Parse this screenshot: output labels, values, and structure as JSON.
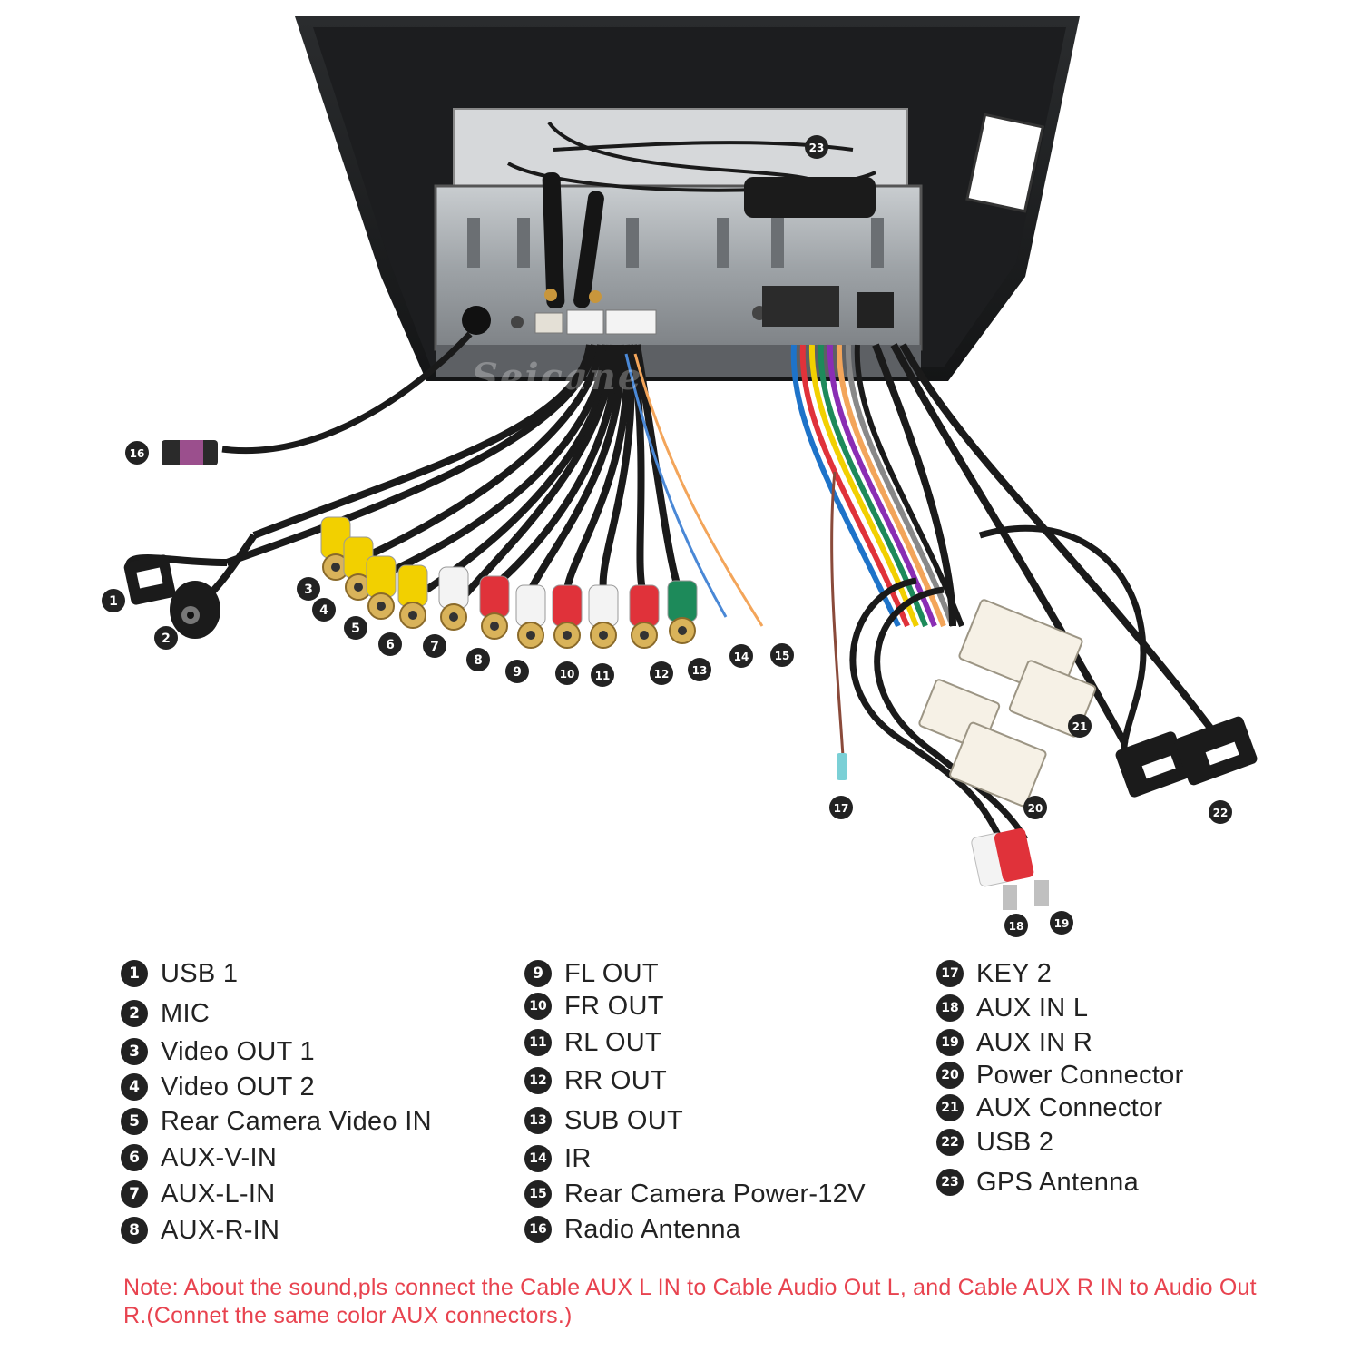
{
  "watermark": "Seicane",
  "callouts": [
    {
      "num": "1",
      "label": "USB 1"
    },
    {
      "num": "2",
      "label": "MIC"
    },
    {
      "num": "3",
      "label": "Video OUT 1"
    },
    {
      "num": "4",
      "label": "Video OUT 2"
    },
    {
      "num": "5",
      "label": "Rear Camera Video IN"
    },
    {
      "num": "6",
      "label": "AUX-V-IN"
    },
    {
      "num": "7",
      "label": "AUX-L-IN"
    },
    {
      "num": "8",
      "label": "AUX-R-IN"
    },
    {
      "num": "9",
      "label": "FL OUT"
    },
    {
      "num": "10",
      "label": "FR OUT"
    },
    {
      "num": "11",
      "label": "RL OUT"
    },
    {
      "num": "12",
      "label": "RR OUT"
    },
    {
      "num": "13",
      "label": "SUB OUT"
    },
    {
      "num": "14",
      "label": "IR"
    },
    {
      "num": "15",
      "label": "Rear Camera Power-12V"
    },
    {
      "num": "16",
      "label": "Radio Antenna"
    },
    {
      "num": "17",
      "label": "KEY 2"
    },
    {
      "num": "18",
      "label": "AUX IN L"
    },
    {
      "num": "19",
      "label": "AUX IN R"
    },
    {
      "num": "20",
      "label": "Power Connector"
    },
    {
      "num": "21",
      "label": "AUX Connector"
    },
    {
      "num": "22",
      "label": "USB 2"
    },
    {
      "num": "23",
      "label": "GPS Antenna"
    }
  ],
  "note": "Note: About the sound,pls connect the Cable AUX L IN to Cable Audio Out L, and Cable AUX R IN to Audio Out R.(Connet the same color AUX connectors.)",
  "colors": {
    "yellow_rca": "#f2d000",
    "white_rca": "#f3f3f3",
    "red_rca": "#e0323a",
    "green_rca": "#1d8a5a",
    "note_text": "#e8434f",
    "badge": "#222222"
  }
}
